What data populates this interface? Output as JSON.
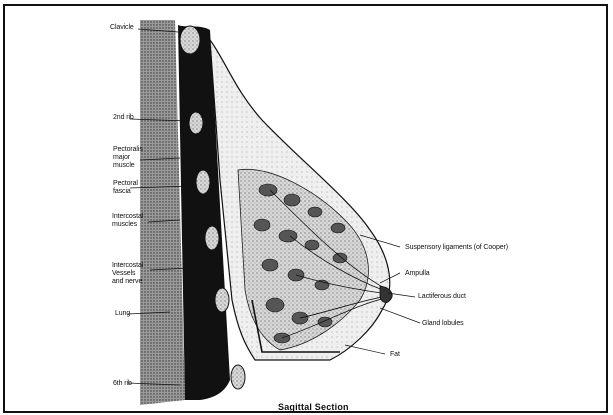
{
  "title": "Sagittal Section",
  "labels": {
    "clavicle": "Clavicle",
    "second_rib": "2nd rib",
    "pectoralis_major": "Pectoralis\nmajor\nmuscle",
    "pectoral_fascia": "Pectoral\nfascia",
    "intercostal_muscles": "Intercostal\nmuscles",
    "intercostal_vessels": "Intercostal\nVessels\nand nerve",
    "lung": "Lung",
    "sixth_rib": "6th rib",
    "suspensory_ligaments": "Suspensory ligaments (of Cooper)",
    "ampulla": "Ampulla",
    "lactiferous_duct": "Lactiferous duct",
    "gland_lobules": "Gland lobules",
    "fat": "Fat"
  }
}
